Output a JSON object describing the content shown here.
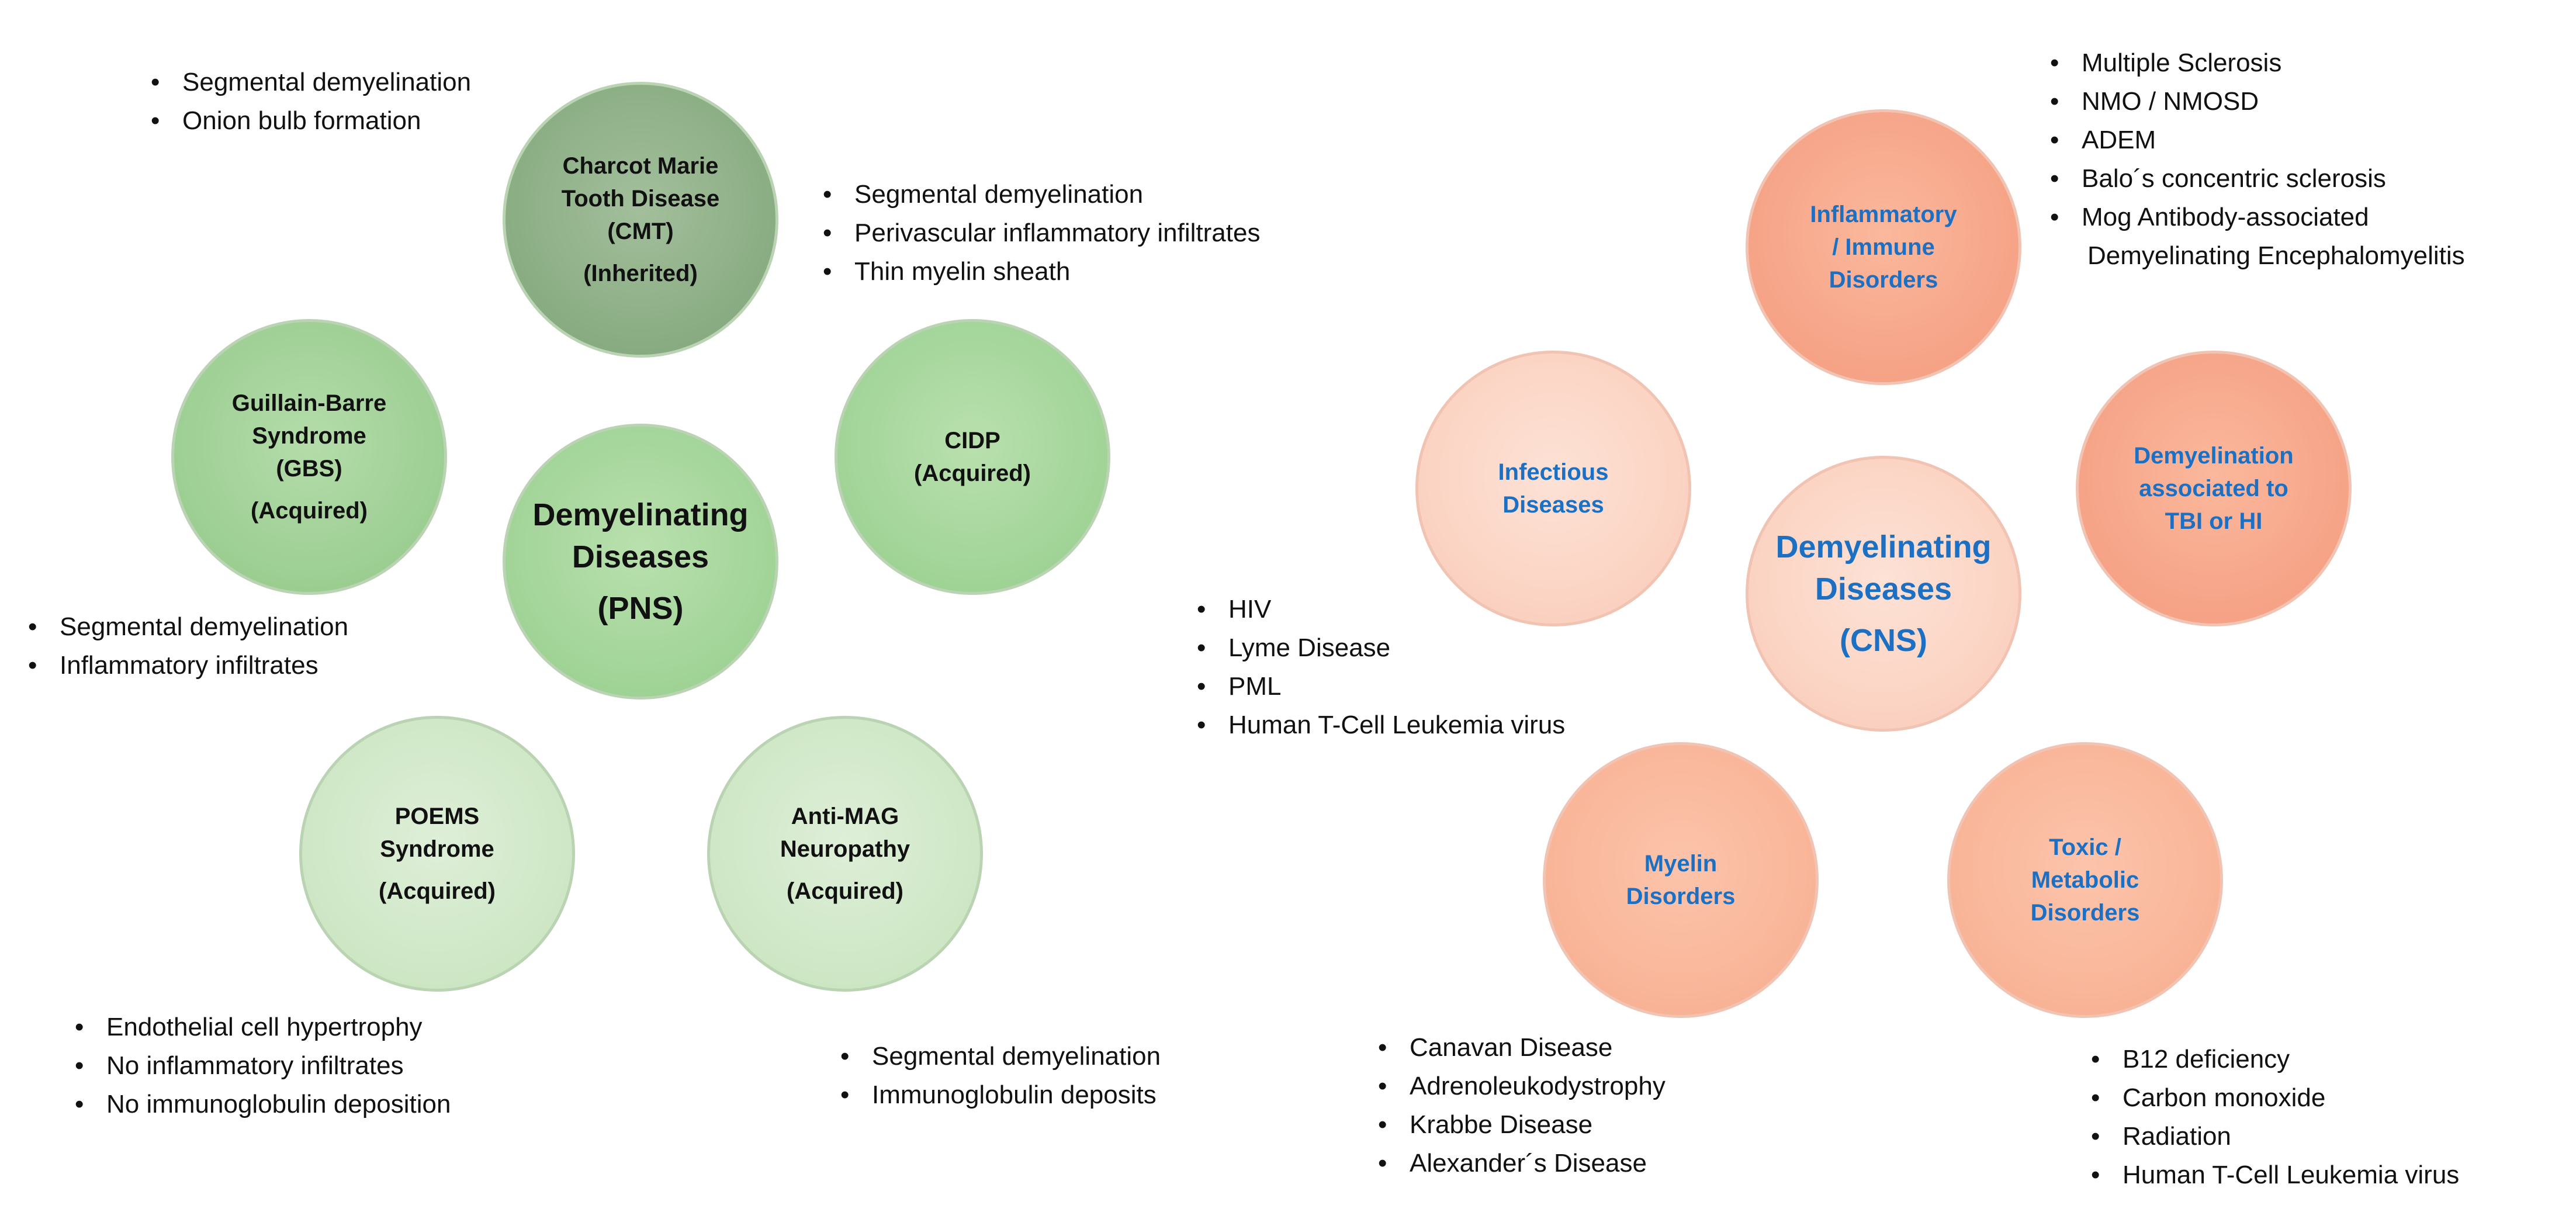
{
  "pns": {
    "center": {
      "line1": "Demyelinating",
      "line2": "Diseases",
      "line3": "(PNS)"
    },
    "cmt": {
      "line1": "Charcot Marie",
      "line2": "Tooth Disease",
      "line3": "(CMT)",
      "line4": "(Inherited)",
      "bullets": [
        "Segmental demyelination",
        "Onion bulb formation"
      ]
    },
    "gbs": {
      "line1": "Guillain-Barre",
      "line2": "Syndrome",
      "line3": "(GBS)",
      "line4": "(Acquired)",
      "bullets": [
        "Segmental demyelination",
        "Inflammatory infiltrates"
      ]
    },
    "cidp": {
      "line1": "CIDP",
      "line2": "(Acquired)",
      "bullets": [
        "Segmental demyelination",
        "Perivascular inflammatory infiltrates",
        "Thin myelin sheath"
      ]
    },
    "poems": {
      "line1": "POEMS",
      "line2": "Syndrome",
      "line3": "(Acquired)",
      "bullets": [
        "Endothelial cell hypertrophy",
        "No inflammatory infiltrates",
        "No immunoglobulin deposition"
      ]
    },
    "antimag": {
      "line1": "Anti-MAG",
      "line2": "Neuropathy",
      "line3": "(Acquired)",
      "bullets": [
        "Segmental demyelination",
        "Immunoglobulin deposits"
      ]
    }
  },
  "cns": {
    "center": {
      "line1": "Demyelinating",
      "line2": "Diseases",
      "line3": "(CNS)"
    },
    "inflam": {
      "line1": "Inflammatory",
      "line2": "/ Immune",
      "line3": "Disorders",
      "bullets": [
        "Multiple Sclerosis",
        "NMO / NMOSD",
        "ADEM",
        "Balo´s concentric sclerosis",
        "Mog Antibody-associated"
      ],
      "bullet_cont": "Demyelinating Encephalomyelitis"
    },
    "infect": {
      "line1": "Infectious",
      "line2": "Diseases",
      "bullets": [
        "HIV",
        "Lyme Disease",
        "PML",
        "Human T-Cell Leukemia virus"
      ]
    },
    "tbi": {
      "line1": "Demyelination",
      "line2": "associated to",
      "line3": "TBI or HI"
    },
    "myelin": {
      "line1": "Myelin",
      "line2": "Disorders",
      "bullets": [
        "Canavan Disease",
        "Adrenoleukodystrophy",
        "Krabbe Disease",
        "Alexander´s Disease"
      ]
    },
    "toxic": {
      "line1": "Toxic /",
      "line2": "Metabolic",
      "line3": "Disorders",
      "bullets": [
        "B12 deficiency",
        "Carbon monoxide",
        "Radiation",
        "Human T-Cell Leukemia virus"
      ]
    }
  }
}
